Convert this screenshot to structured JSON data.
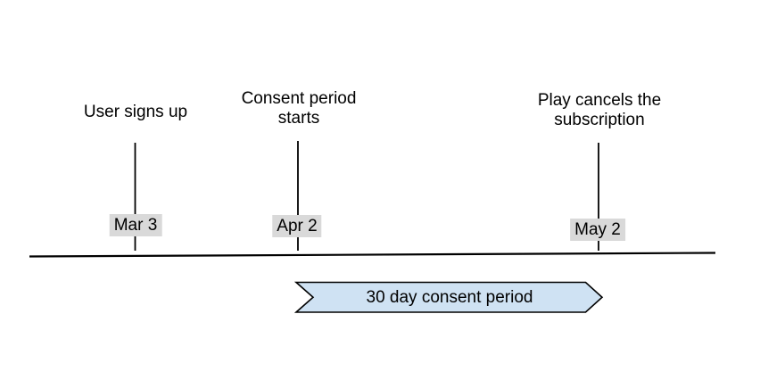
{
  "events": [
    {
      "label": "User signs up",
      "date": "Mar 3"
    },
    {
      "label": "Consent period\nstarts",
      "date": "Apr 2"
    },
    {
      "label": "Play cancels the\nsubscription",
      "date": "May 2"
    }
  ],
  "banner": {
    "label": "30 day consent period"
  },
  "colors": {
    "banner_fill": "#cfe2f3",
    "banner_stroke": "#000000",
    "date_label_bg": "#d9d9d9",
    "line": "#000000",
    "text": "#000000",
    "background": "#ffffff"
  }
}
